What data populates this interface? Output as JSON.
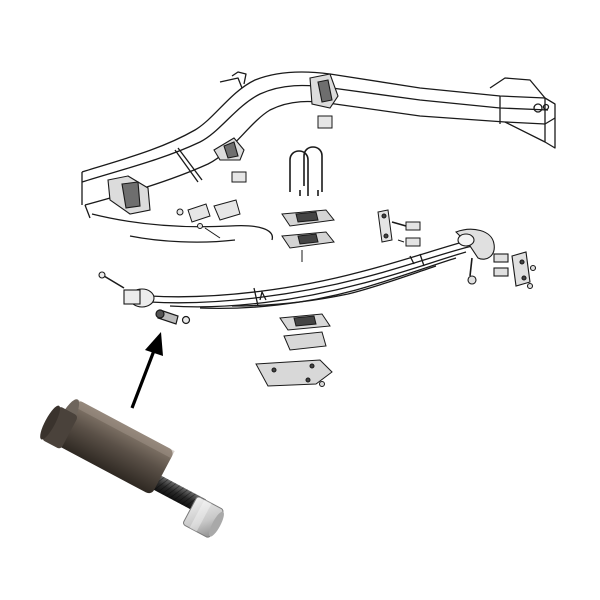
{
  "diagram": {
    "subject": "exploded-view-rear-leaf-spring-frame-assembly",
    "highlighted_part": "spring-eye-bushing-bolt",
    "photo_part": "threaded-bushing-bolt-with-nut",
    "colors": {
      "line_art": "#1a1a1a",
      "background": "#ffffff",
      "arrow": "#000000",
      "bolt_body": "#5b5148",
      "nut": "#cfcfcf"
    }
  }
}
